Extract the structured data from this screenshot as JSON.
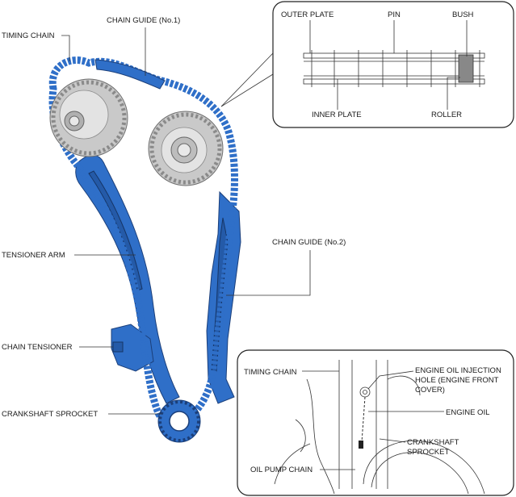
{
  "main_labels": {
    "chain_guide_no1": "CHAIN GUIDE (No.1)",
    "timing_chain": "TIMING CHAIN",
    "tensioner_arm": "TENSIONER ARM",
    "chain_guide_no2": "CHAIN GUIDE (No.2)",
    "chain_tensioner": "CHAIN TENSIONER",
    "crankshaft_sprocket": "CRANKSHAFT SPROCKET"
  },
  "chain_detail": {
    "outer_plate": "OUTER PLATE",
    "pin": "PIN",
    "bush": "BUSH",
    "inner_plate": "INNER PLATE",
    "roller": "ROLLER"
  },
  "oil_detail": {
    "timing_chain": "TIMING CHAIN",
    "oil_hole_line1": "ENGINE OIL INJECTION",
    "oil_hole_line2": "HOLE (ENGINE FRONT",
    "oil_hole_line3": "COVER)",
    "engine_oil": "ENGINE OIL",
    "crank_line1": "CRANKSHAFT",
    "crank_line2": "SPROCKET",
    "oil_pump_chain": "OIL PUMP CHAIN"
  },
  "colors": {
    "chain_blue": "#2f6fc8",
    "sprocket_grey": "#c9c9c9"
  }
}
